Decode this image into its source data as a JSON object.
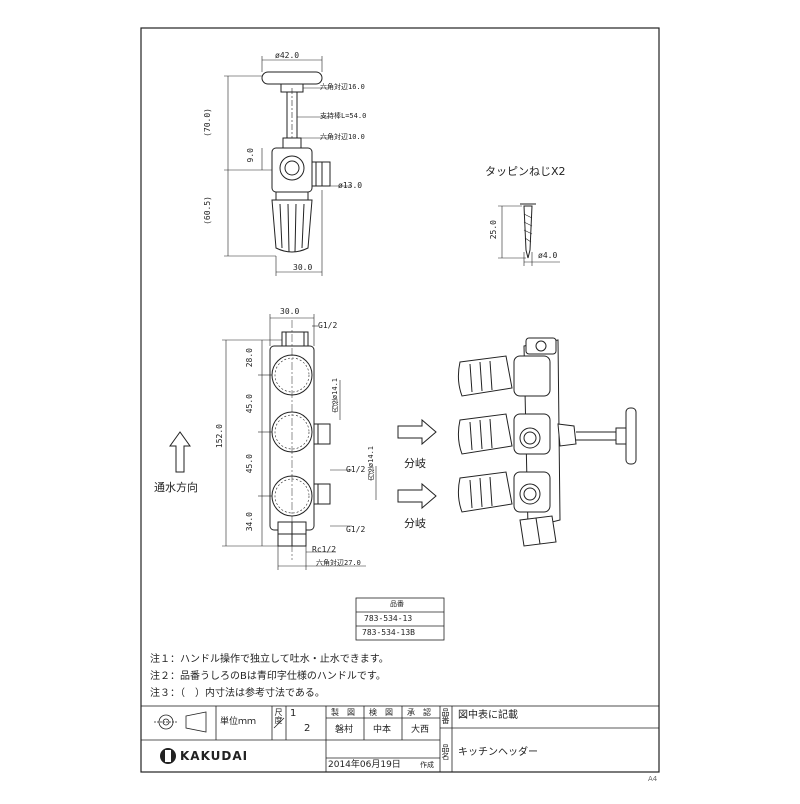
{
  "dims_top": {
    "d42": "ø42.0",
    "hex16": "六角対辺16.0",
    "stem": "支持棒L=54.0",
    "hex10": "六角対辺10.0",
    "h70": "(70.0)",
    "h9": "9.0",
    "d13": "ø13.0",
    "h60": "(60.5)",
    "w30": "30.0"
  },
  "screw": {
    "title": "タッピンねじX2",
    "len": "25.0",
    "dia": "ø4.0"
  },
  "dims_main": {
    "w30": "30.0",
    "g12_top": "G1/2",
    "h28": "28.0",
    "h45a": "45.0",
    "h45b": "45.0",
    "h34": "34.0",
    "h152": "152.0",
    "inner1": "内径ø14.1",
    "inner2": "内径ø14.1",
    "g12_mid": "G1/2",
    "g12_low": "G1/2",
    "rc": "Rc1/2",
    "hex27": "六角対辺27.0",
    "flow": "通水方向"
  },
  "branch_labels": [
    "分岐",
    "分岐"
  ],
  "parts_table": {
    "header": "品番",
    "rows": [
      "783-534-13",
      "783-534-13B"
    ]
  },
  "notes": [
    "注１：ハンドル操作で独立して吐水・止水できます。",
    "注２：品番うしろのBは青印字仕様のハンドルです。",
    "注３：（　）内寸法は参考寸法である。"
  ],
  "title_block": {
    "unit": "単位ｍｍ",
    "scale_label": "尺度",
    "scale_num": "1",
    "scale_den": "2",
    "col_headers": [
      "製　図",
      "検　図",
      "承　認"
    ],
    "names": [
      "磐村",
      "中本",
      "大西"
    ],
    "label_hinban": "品番",
    "label_hinmei": "品名",
    "hinban_value": "図中表に記載",
    "hinmei_value": "キッチンヘッダー",
    "brand": "KAKUDAI",
    "date": "2014年06月19日",
    "created": "作成"
  },
  "sheet_size": "A4"
}
